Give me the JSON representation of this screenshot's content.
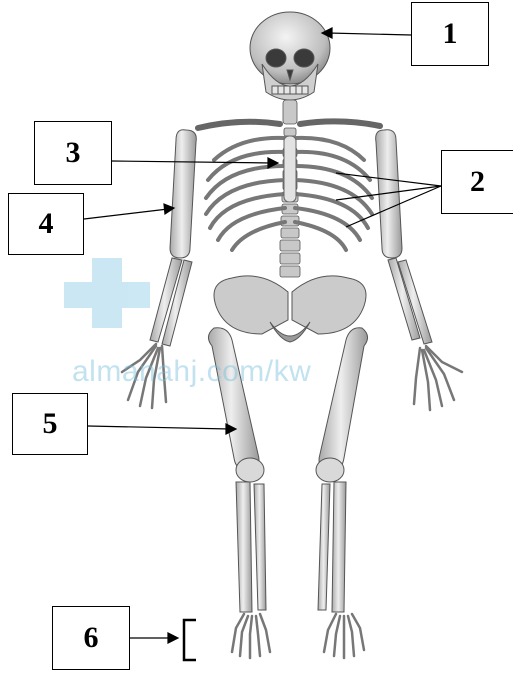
{
  "labels": {
    "l1": "1",
    "l2": "2",
    "l3": "3",
    "l4": "4",
    "l5": "5",
    "l6": "6"
  },
  "watermark": "almanahj.com/kw",
  "colors": {
    "bone": "#dcdcdc",
    "bone_shadow": "#8c8c8c",
    "bone_outline": "#555555",
    "line": "#000000",
    "watermark": "#9fd3ea"
  }
}
